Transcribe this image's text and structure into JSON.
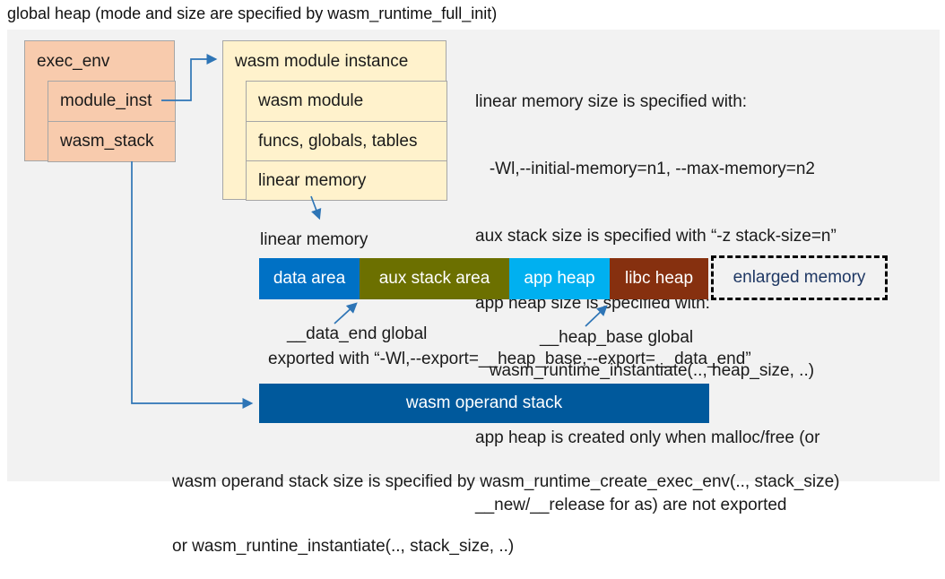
{
  "title": "global heap (mode and size are specified by wasm_runtime_full_init)",
  "exec_env_box": {
    "header": "exec_env",
    "rows": [
      "module_inst",
      "wasm_stack"
    ]
  },
  "module_instance_box": {
    "header": "wasm module instance",
    "rows": [
      "wasm module",
      "funcs, globals, tables",
      "linear memory"
    ]
  },
  "notes_right": {
    "lines": [
      "linear memory size is specified with:",
      "   -Wl,--initial-memory=n1, --max-memory=n2",
      "aux stack size is specified with “-z stack-size=n”",
      "app heap size is specified with:",
      "   wasm_runtime_instantiate(.., heap_size, ..)",
      "app heap is created only when malloc/free (or",
      "__new/__release for as) are not exported"
    ]
  },
  "linear_memory": {
    "label": "linear memory",
    "segments": [
      {
        "label": "data area",
        "color": "#0071c5"
      },
      {
        "label": "aux stack area",
        "color": "#6c7000"
      },
      {
        "label": "app heap",
        "color": "#00b0f0"
      },
      {
        "label": "libc heap",
        "color": "#86300f"
      }
    ],
    "enlarged": {
      "label": "enlarged memory",
      "text_color": "#1f3864"
    }
  },
  "annotations": {
    "data_end": "__data_end global",
    "heap_base": "__heap_base global",
    "export_line": "exported with “-Wl,--export=__heap_base,--export=__data_end”"
  },
  "operand_stack": {
    "label": "wasm operand stack",
    "color": "#00599c"
  },
  "footer_lines": [
    "wasm operand stack size is specified by wasm_runtime_create_exec_env(.., stack_size)",
    "or wasm_runtine_instantiate(.., stack_size, ..)"
  ],
  "colors": {
    "panel_background": "#f2f2f2",
    "exec_env_fill": "#f8cbad",
    "module_instance_fill": "#fff2cc",
    "box_border": "#a6a6a6",
    "connector_blue": "#2e75b6",
    "enlarged_border": "#000000"
  }
}
